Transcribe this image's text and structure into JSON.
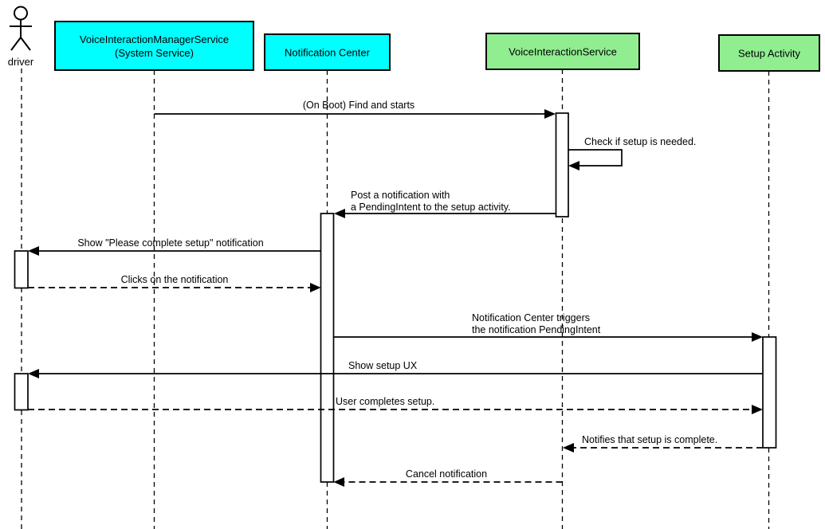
{
  "diagram": {
    "type": "uml-sequence-diagram",
    "colors": {
      "background": "#ffffff",
      "line": "#000000",
      "service_fill": "#00ffff",
      "activity_fill": "#90ee90",
      "activation_fill": "#ffffff"
    },
    "actor": {
      "label": "driver"
    },
    "participants": [
      {
        "id": "voice-interaction-manager-service",
        "lines": [
          "VoiceInteractionManagerService",
          "(System Service)"
        ],
        "fill": "#00ffff"
      },
      {
        "id": "notification-center",
        "label": "Notification Center",
        "fill": "#00ffff"
      },
      {
        "id": "voice-interaction-service",
        "label": "VoiceInteractionService",
        "fill": "#90ee90"
      },
      {
        "id": "setup-activity",
        "label": "Setup Activity",
        "fill": "#90ee90"
      }
    ],
    "messages": [
      {
        "label": "(On Boot) Find and starts",
        "from": "VoiceInteractionManagerService (System Service)",
        "to": "VoiceInteractionService",
        "line": "solid"
      },
      {
        "label": "Check if setup is needed.",
        "from": "VoiceInteractionService",
        "to": "VoiceInteractionService",
        "line": "solid",
        "self": true
      },
      {
        "lines": [
          "Post a notification with",
          "a PendingIntent to the setup activity."
        ],
        "from": "VoiceInteractionService",
        "to": "Notification Center",
        "line": "solid"
      },
      {
        "label": "Show \"Please complete setup\" notification",
        "from": "Notification Center",
        "to": "driver",
        "line": "solid"
      },
      {
        "label": "Clicks on the notification",
        "from": "driver",
        "to": "Notification Center",
        "line": "dashed"
      },
      {
        "lines": [
          "Notification Center triggers",
          "the notification PendingIntent"
        ],
        "from": "Notification Center",
        "to": "Setup Activity",
        "line": "solid"
      },
      {
        "label": "Show setup UX",
        "from": "Setup Activity",
        "to": "driver",
        "line": "solid"
      },
      {
        "label": "User completes setup.",
        "from": "driver",
        "to": "Setup Activity",
        "line": "dashed"
      },
      {
        "label": "Notifies that setup is complete.",
        "from": "Setup Activity",
        "to": "VoiceInteractionService",
        "line": "dashed"
      },
      {
        "label": "Cancel notification",
        "from": "VoiceInteractionService",
        "to": "Notification Center",
        "line": "dashed"
      }
    ]
  }
}
